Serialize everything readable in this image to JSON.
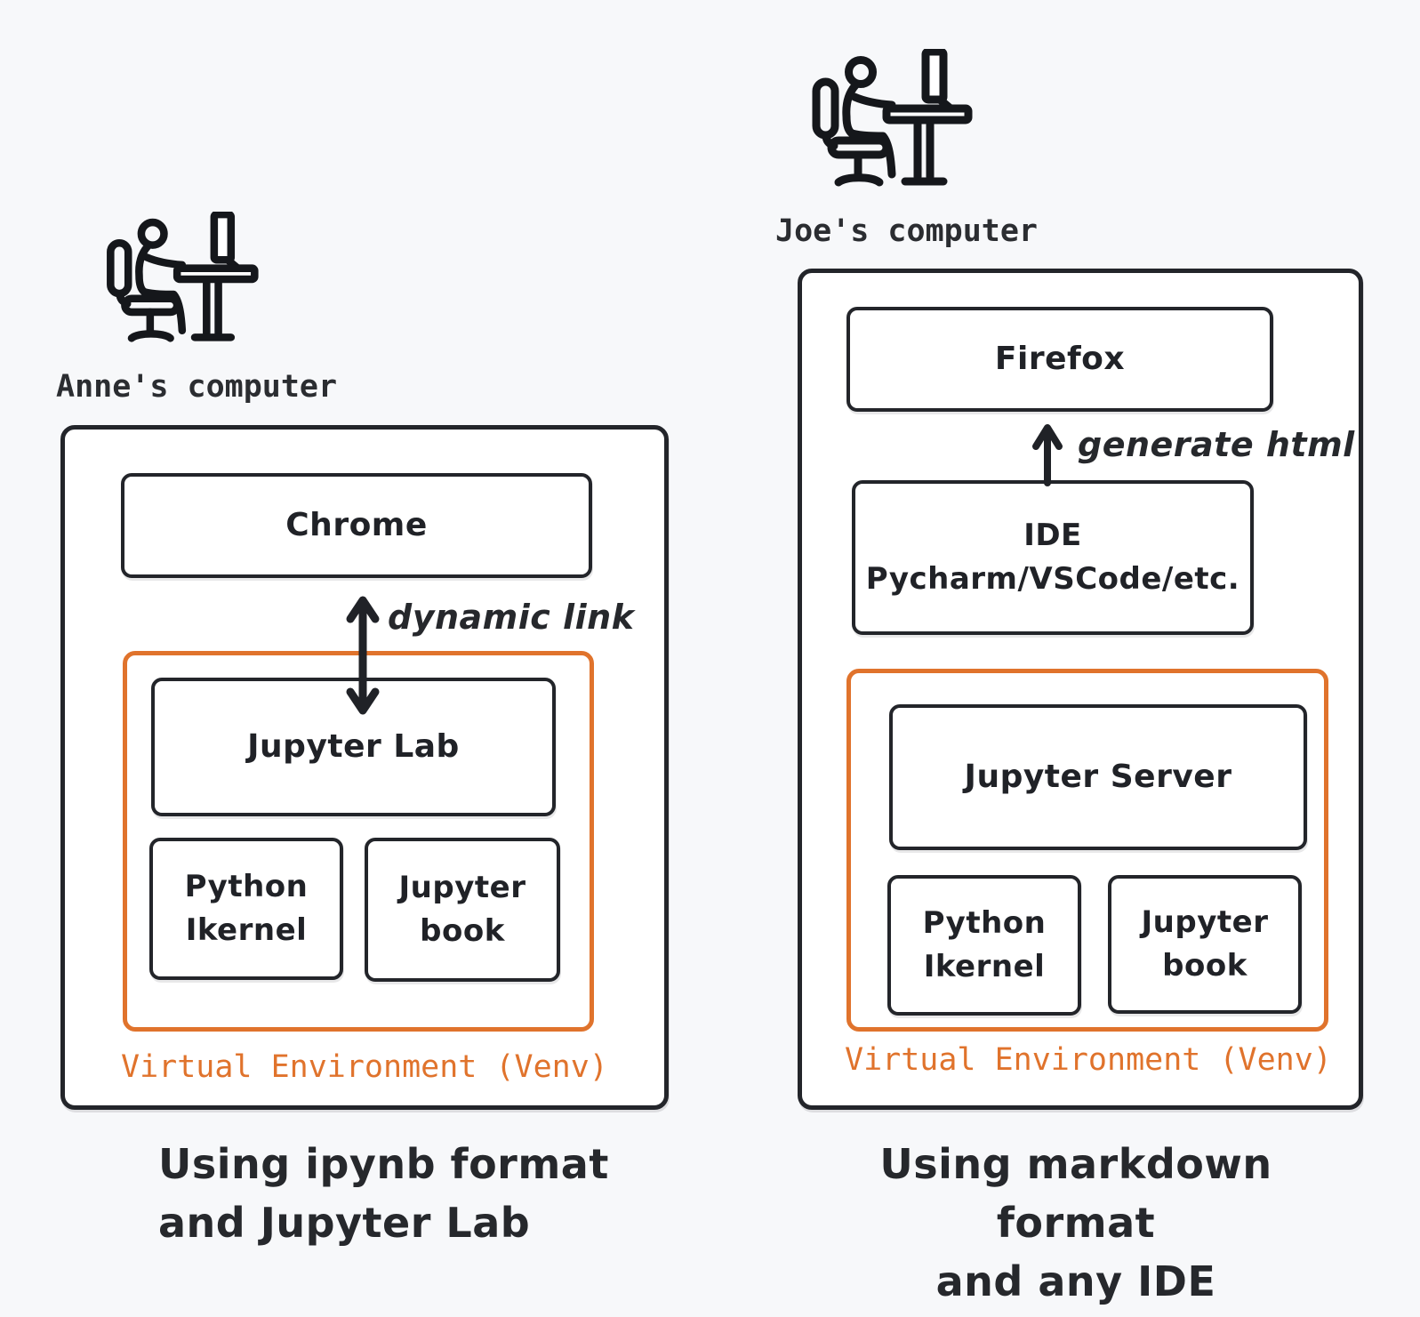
{
  "colors": {
    "background": "#f7f8fa",
    "ink": "#23252a",
    "accent_orange": "#e0732c",
    "box_fill": "#ffffff"
  },
  "icons": {
    "left_person": "person-at-desk-icon",
    "right_person": "person-at-desk-icon"
  },
  "left": {
    "computer_label": "Anne's computer",
    "browser": "Chrome",
    "link_label": "dynamic link",
    "app": "Jupyter Lab",
    "kernel_line1": "Python",
    "kernel_line2": "Ikernel",
    "book_line1": "Jupyter",
    "book_line2": "book",
    "venv_label": "Virtual Environment (Venv)",
    "caption_line1": "Using ipynb format",
    "caption_line2": "and Jupyter Lab"
  },
  "right": {
    "computer_label": "Joe's computer",
    "browser": "Firefox",
    "link_label": "generate html",
    "ide_line1": "IDE",
    "ide_line2": "Pycharm/VSCode/etc.",
    "server": "Jupyter Server",
    "kernel_line1": "Python",
    "kernel_line2": "Ikernel",
    "book_line1": "Jupyter",
    "book_line2": "book",
    "venv_label": "Virtual Environment (Venv)",
    "caption_line1": "Using markdown format",
    "caption_line2": "and any IDE"
  }
}
